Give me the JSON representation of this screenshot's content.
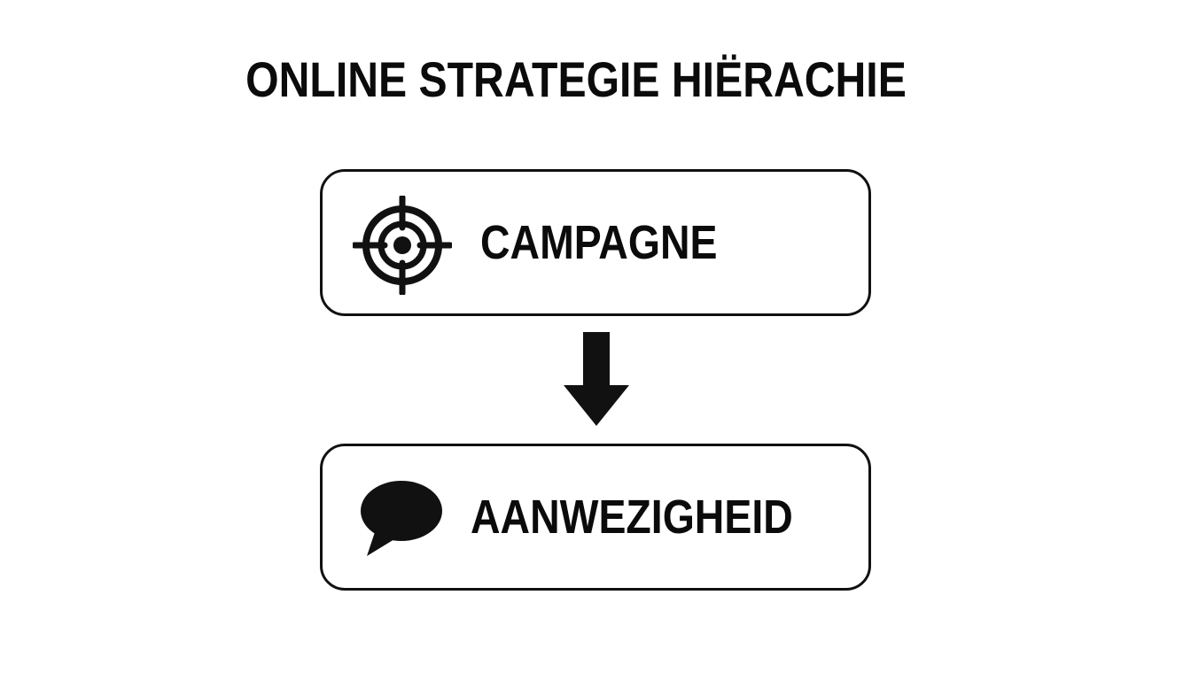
{
  "diagram": {
    "title": "ONLINE STRATEGIE HIËRACHIE",
    "nodes": [
      {
        "label": "CAMPAGNE",
        "icon": "target-icon"
      },
      {
        "label": "AANWEZIGHEID",
        "icon": "speech-bubble-icon"
      }
    ],
    "connector": {
      "icon": "arrow-down-icon"
    },
    "colors": {
      "ink": "#111111",
      "background": "#ffffff"
    }
  }
}
